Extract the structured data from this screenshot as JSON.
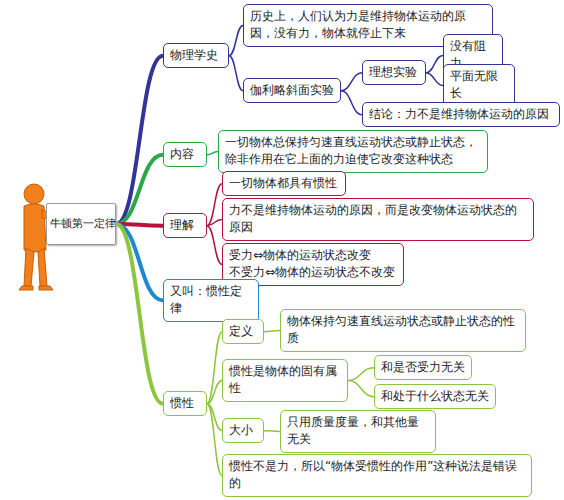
{
  "diagram": {
    "nodes": [
      {
        "text": [
          "牛顿第一定律"
        ]
      },
      {
        "text": [
          "物理学史"
        ]
      },
      {
        "text": [
          "历史上，人们认为力是维持物体运动的原因，没有力，物体就停止下来"
        ]
      },
      {
        "text": [
          "伽利略斜面实验"
        ]
      },
      {
        "text": [
          "理想实验"
        ]
      },
      {
        "text": [
          "没有阻力"
        ]
      },
      {
        "text": [
          "平面无限长"
        ]
      },
      {
        "text": [
          "结论：力不是维持物体运动的原因"
        ]
      },
      {
        "text": [
          "内容"
        ]
      },
      {
        "text": [
          "一切物体总保持匀速直线运动状态或静止状态，除非作用在它上面的力迫使它改变这种状态"
        ]
      },
      {
        "text": [
          "理解"
        ]
      },
      {
        "text": [
          "一切物体都具有惯性"
        ]
      },
      {
        "text": [
          "力不是维持物体运动的原因，而是改变物体运动状态的原因"
        ]
      },
      {
        "text": [
          "受力⇔物体的运动状态改变",
          "不受力⇔物体的运动状态不改变"
        ]
      },
      {
        "text": [
          "又叫：惯性定律"
        ]
      },
      {
        "text": [
          "惯性"
        ]
      },
      {
        "text": [
          "定义"
        ]
      },
      {
        "text": [
          "物体保持匀速直线运动状态或静止状态的性质"
        ]
      },
      {
        "text": [
          "惯性是物体的固有属性"
        ]
      },
      {
        "text": [
          "和是否受力无关"
        ]
      },
      {
        "text": [
          "和处于什么状态无关"
        ]
      },
      {
        "text": [
          "大小"
        ]
      },
      {
        "text": [
          "只用质量度量，和其他量无关"
        ]
      },
      {
        "text": [
          "惯性不是力，所以“物体受惯性的作用”这种说法是错误的"
        ]
      }
    ],
    "edges": [
      {
        "from": 0,
        "to": 1,
        "arrow": "none"
      },
      {
        "from": 1,
        "to": 2,
        "arrow": "none"
      },
      {
        "from": 1,
        "to": 3,
        "arrow": "none"
      },
      {
        "from": 3,
        "to": 4,
        "arrow": "none"
      },
      {
        "from": 4,
        "to": 5,
        "arrow": "none"
      },
      {
        "from": 4,
        "to": 6,
        "arrow": "none"
      },
      {
        "from": 3,
        "to": 7,
        "arrow": "none"
      },
      {
        "from": 0,
        "to": 8,
        "arrow": "none"
      },
      {
        "from": 8,
        "to": 9,
        "arrow": "none"
      },
      {
        "from": 0,
        "to": 10,
        "arrow": "none"
      },
      {
        "from": 10,
        "to": 11,
        "arrow": "none"
      },
      {
        "from": 10,
        "to": 12,
        "arrow": "none"
      },
      {
        "from": 10,
        "to": 13,
        "arrow": "none"
      },
      {
        "from": 0,
        "to": 14,
        "arrow": "none"
      },
      {
        "from": 0,
        "to": 15,
        "arrow": "none"
      },
      {
        "from": 15,
        "to": 16,
        "arrow": "none"
      },
      {
        "from": 16,
        "to": 17,
        "arrow": "none"
      },
      {
        "from": 15,
        "to": 18,
        "arrow": "none"
      },
      {
        "from": 18,
        "to": 19,
        "arrow": "none"
      },
      {
        "from": 18,
        "to": 20,
        "arrow": "none"
      },
      {
        "from": 15,
        "to": 21,
        "arrow": "none"
      },
      {
        "from": 21,
        "to": 22,
        "arrow": "none"
      },
      {
        "from": 15,
        "to": 23,
        "arrow": "none"
      }
    ]
  }
}
